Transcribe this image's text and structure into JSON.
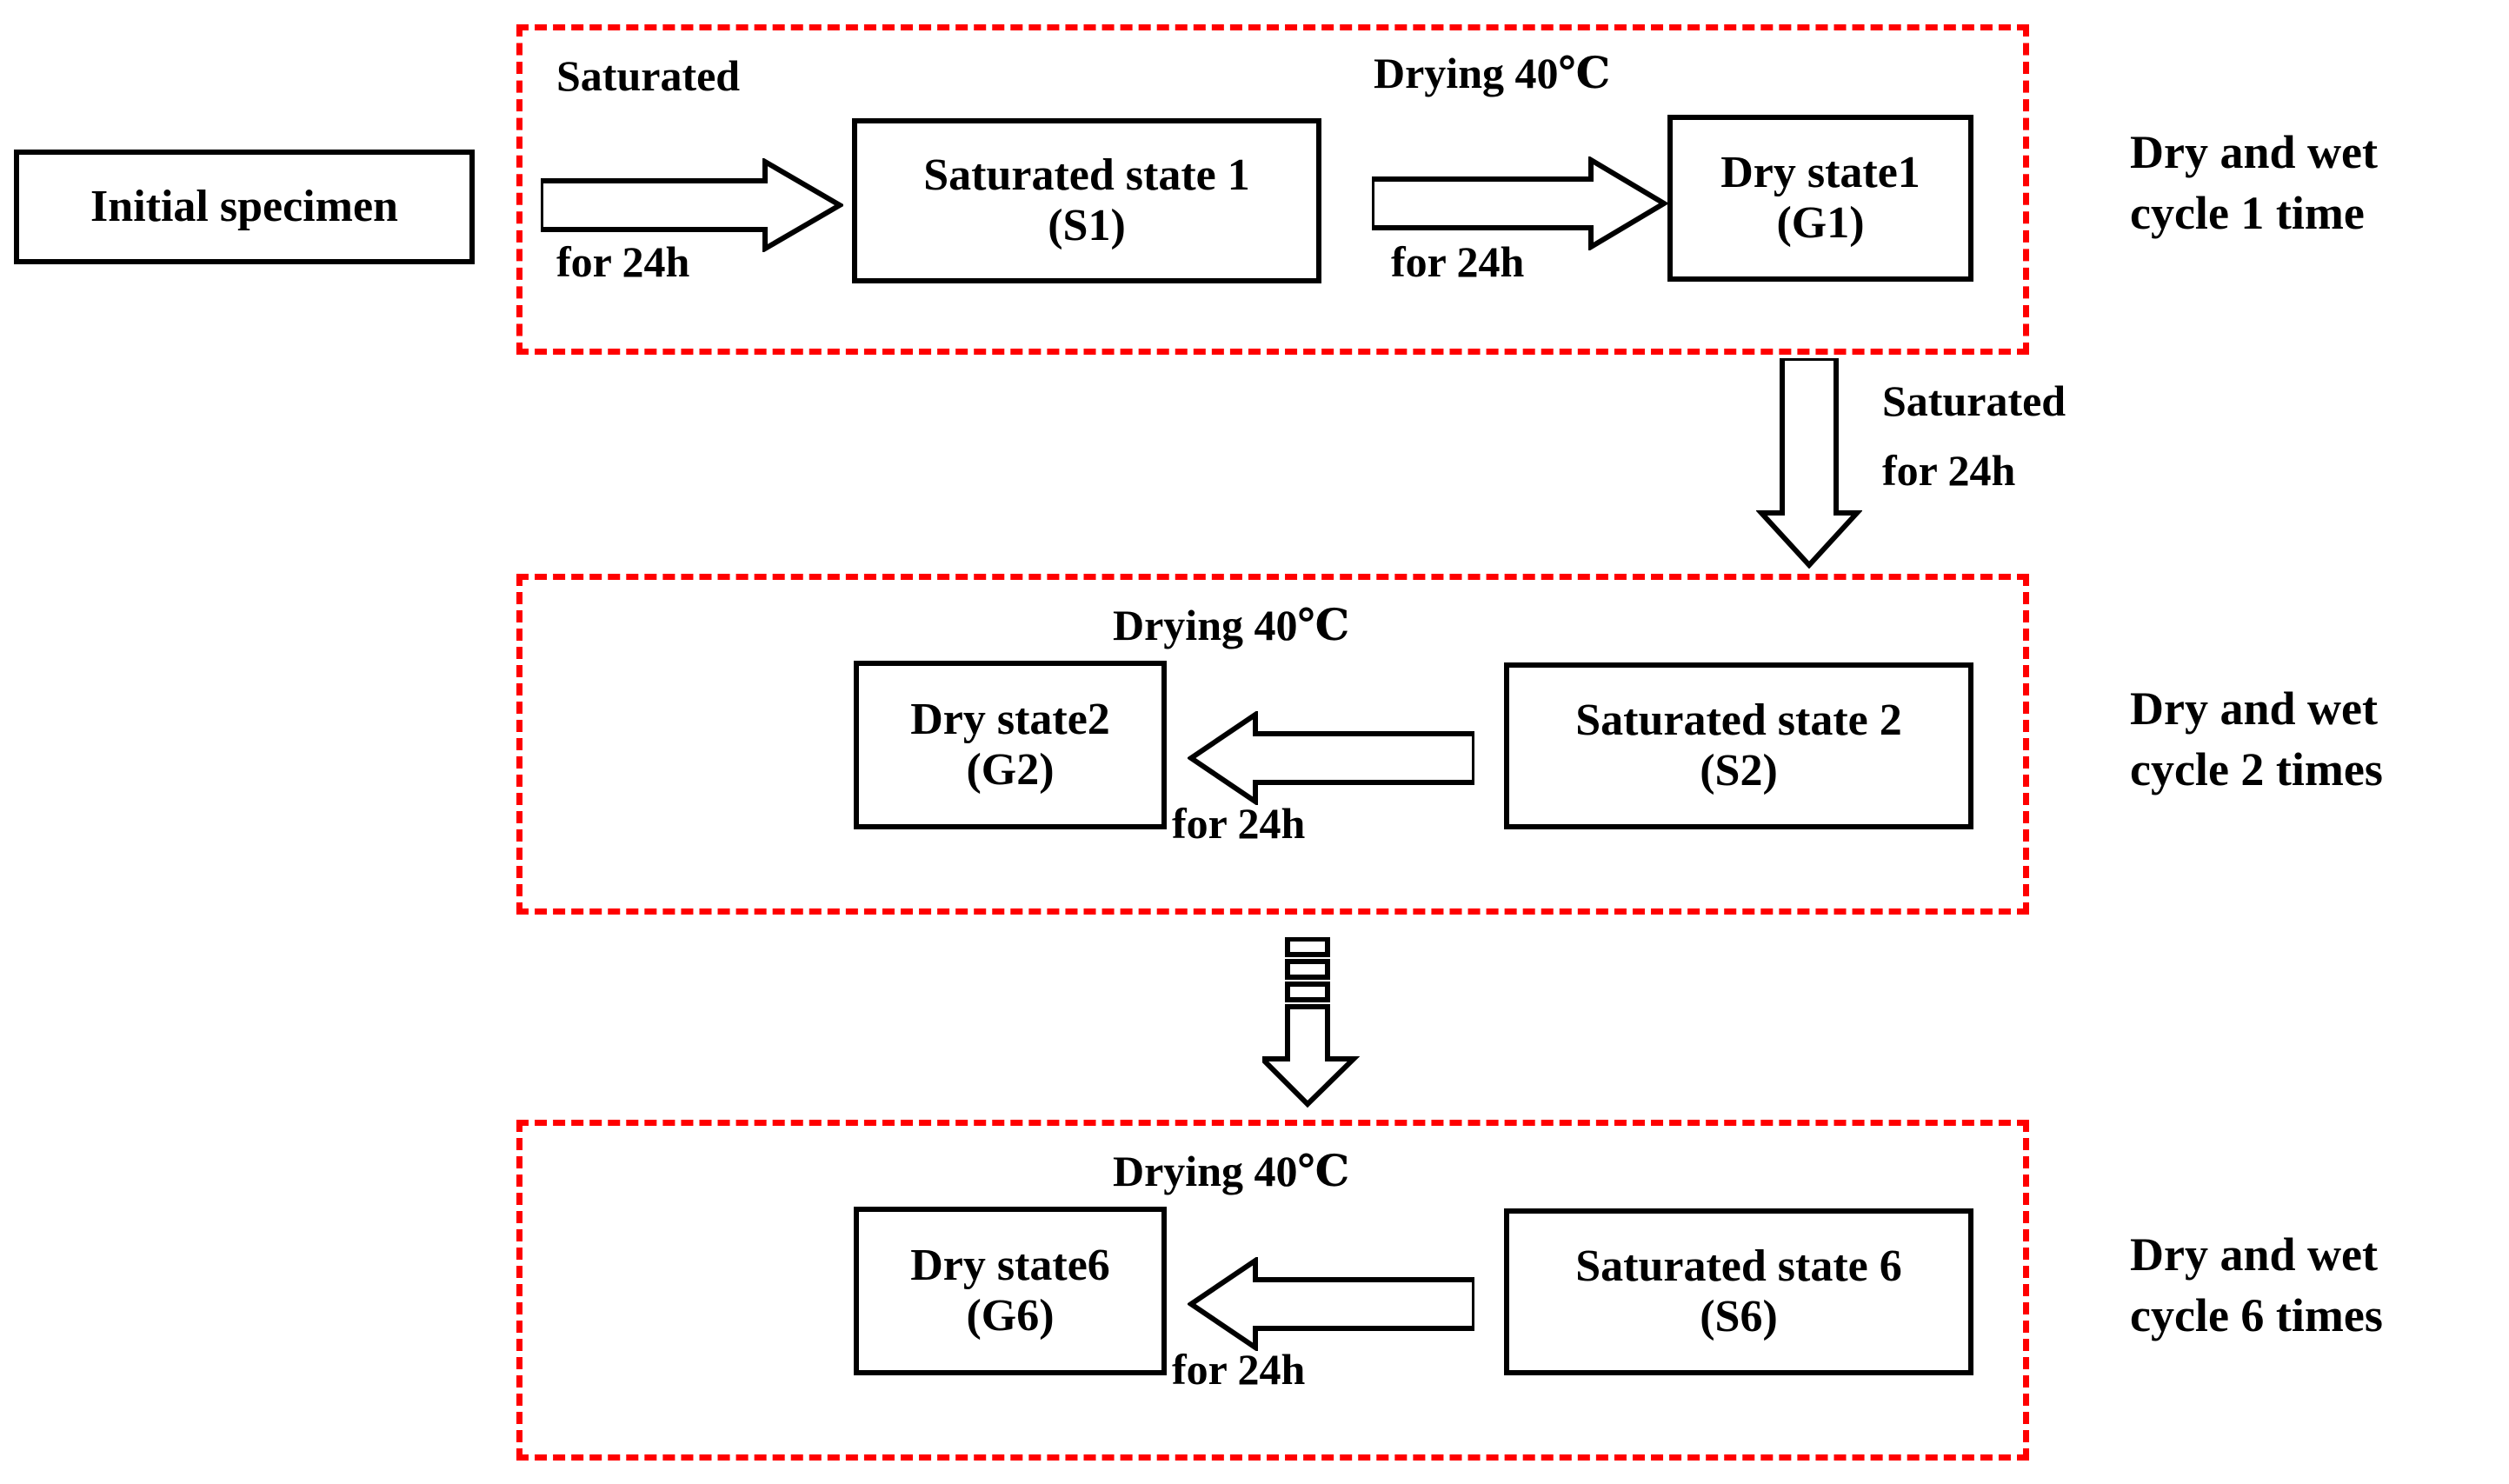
{
  "diagram": {
    "title": "Dry and wet cycle test procedure flowchart",
    "colors": {
      "frame_red": "#ff0000",
      "box_black": "#000000",
      "background": "#ffffff"
    },
    "initial": {
      "label": "Initial specimen"
    },
    "boxes": {
      "s1": {
        "line1": "Saturated state 1",
        "line2": "(S1)"
      },
      "g1": {
        "line1": "Dry state1",
        "line2": "(G1)"
      },
      "g2": {
        "line1": "Dry state2",
        "line2": "(G2)"
      },
      "s2": {
        "line1": "Saturated state 2",
        "line2": "(S2)"
      },
      "g6": {
        "line1": "Dry state6",
        "line2": "(G6)"
      },
      "s6": {
        "line1": "Saturated state 6",
        "line2": "(S6)"
      }
    },
    "arrow_labels": {
      "sat_top": "Saturated",
      "sat_bottom": "for 24h",
      "dry1_top": "Drying 40℃",
      "dry1_bottom": "for 24h",
      "vert_sat_top": "Saturated",
      "vert_sat_bottom": "for 24h",
      "dry2_top": "Drying 40℃",
      "dry2_bottom": "for 24h",
      "dry6_top": "Drying 40℃",
      "dry6_bottom": "for 24h"
    },
    "cycle_captions": [
      {
        "line1": "Dry and wet",
        "line2": "cycle 1 time"
      },
      {
        "line1": "Dry and wet",
        "line2": "cycle 2 times"
      },
      {
        "line1": "Dry and wet",
        "line2": "cycle 6 times"
      }
    ]
  }
}
